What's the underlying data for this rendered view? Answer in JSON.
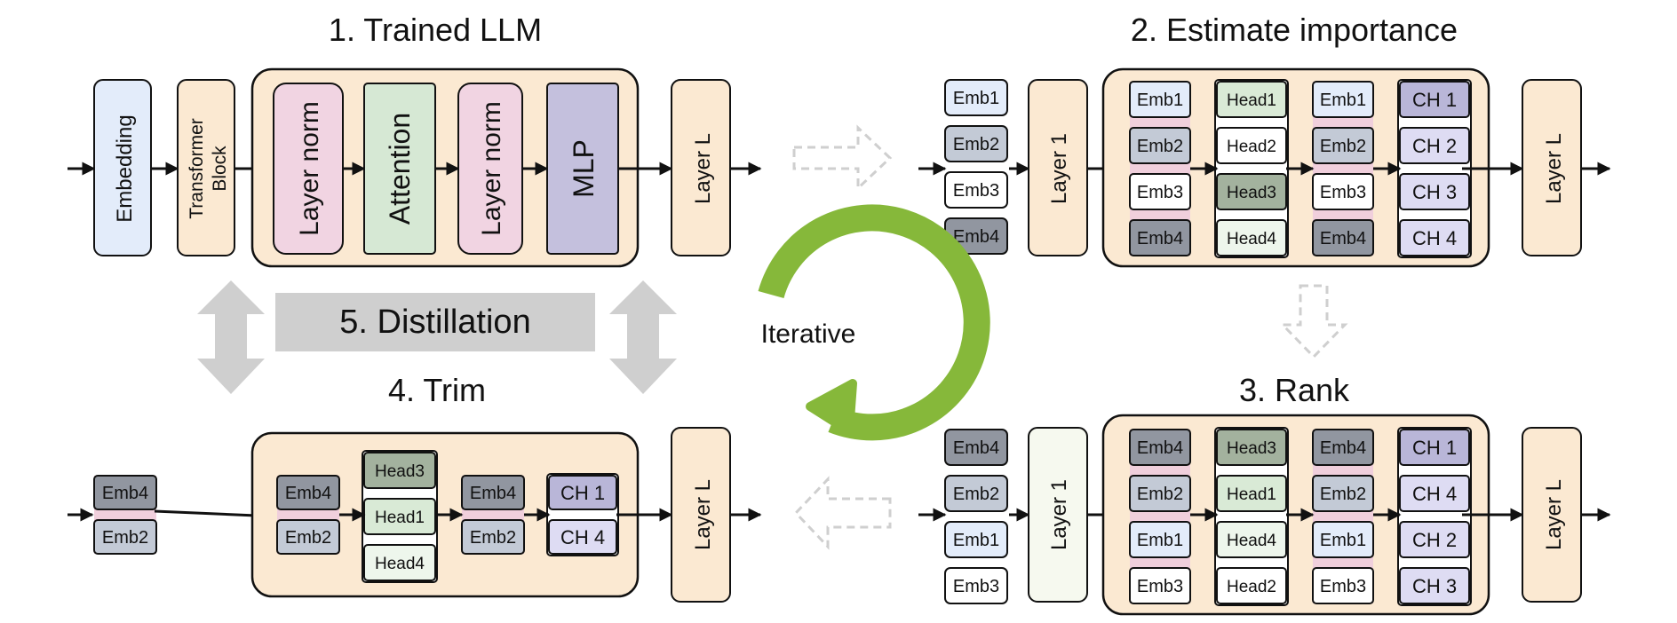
{
  "stages": {
    "s1": {
      "title": "1. Trained LLM",
      "embedding": "Embedding",
      "transformer_line1": "Transformer",
      "transformer_line2": "Block",
      "layer_norm_1": "Layer norm",
      "attention": "Attention",
      "layer_norm_2": "Layer norm",
      "mlp": "MLP",
      "layer_l": "Layer L"
    },
    "s2": {
      "title": "2. Estimate importance",
      "emb_col": [
        "Emb1",
        "Emb2",
        "Emb3",
        "Emb4"
      ],
      "layer1": "Layer 1",
      "emb_inner1": [
        "Emb1",
        "Emb2",
        "Emb3",
        "Emb4"
      ],
      "heads": [
        "Head1",
        "Head2",
        "Head3",
        "Head4"
      ],
      "emb_inner2": [
        "Emb1",
        "Emb2",
        "Emb3",
        "Emb4"
      ],
      "channels": [
        "CH 1",
        "CH 2",
        "CH 3",
        "CH 4"
      ],
      "layer_l": "Layer L"
    },
    "s3": {
      "title": "3. Rank",
      "emb_col": [
        "Emb4",
        "Emb2",
        "Emb1",
        "Emb3"
      ],
      "layer1": "Layer 1",
      "emb_inner1": [
        "Emb4",
        "Emb2",
        "Emb1",
        "Emb3"
      ],
      "heads": [
        "Head3",
        "Head1",
        "Head4",
        "Head2"
      ],
      "emb_inner2": [
        "Emb4",
        "Emb2",
        "Emb1",
        "Emb3"
      ],
      "channels": [
        "CH 1",
        "CH 4",
        "CH 2",
        "CH 3"
      ],
      "layer_l": "Layer L"
    },
    "s4": {
      "title": "4. Trim",
      "emb_col": [
        "Emb4",
        "Emb2"
      ],
      "emb_inner1": [
        "Emb4",
        "Emb2"
      ],
      "heads": [
        "Head3",
        "Head1",
        "Head4"
      ],
      "emb_inner2": [
        "Emb4",
        "Emb2"
      ],
      "channels": [
        "CH 1",
        "CH 4"
      ],
      "layer_l": "Layer L"
    },
    "s5": {
      "title": "5. Distillation"
    }
  },
  "iterative_label": "Iterative",
  "colors": {
    "block_fill": "#fbe9d2",
    "embedding_fill": "#e3ecfa",
    "layer_norm_fill": "#f1d4e2",
    "attention_fill": "#d6e8d4",
    "mlp_fill": "#c4c0dd",
    "emb1": "#e3ecfa",
    "emb2": "#c3cad6",
    "emb3": "#ffffff",
    "emb4": "#9196a0",
    "head1": "#d9ead6",
    "head2": "#ffffff",
    "head3": "#a3b29e",
    "head4": "#eef6ec",
    "ch_dark": "#b9b6d8",
    "ch_light": "#dedcf3",
    "separator": "#f0cfdc",
    "iterative_green": "#86b83a",
    "distill_gray": "#cfcfcf"
  }
}
